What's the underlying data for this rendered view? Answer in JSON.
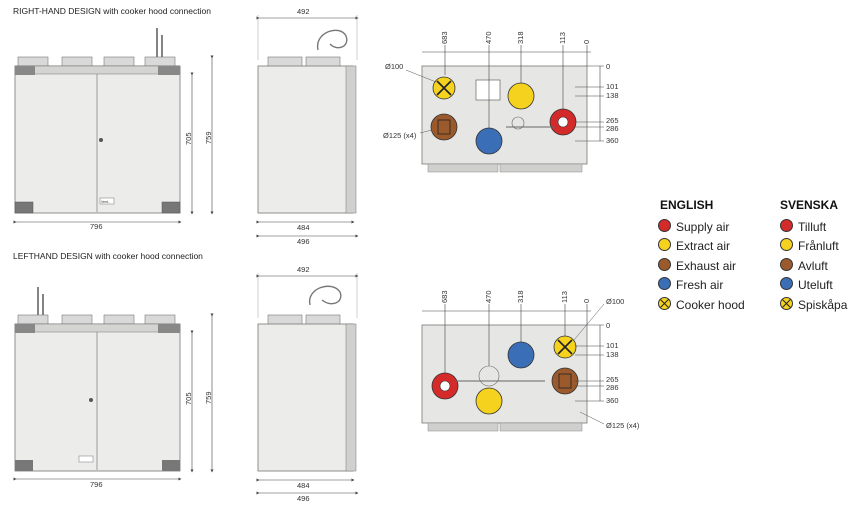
{
  "titles": {
    "right": "RIGHT-HAND DESIGN with cooker hood connection",
    "left": "LEFTHAND DESIGN with cooker hood connection"
  },
  "dims": {
    "width_front": "796",
    "height_705": "705",
    "height_759": "759",
    "depth_492": "492",
    "depth_484": "484",
    "depth_496": "496",
    "top_683": "683",
    "top_470": "470",
    "top_318": "318",
    "top_113": "113",
    "top_0": "0",
    "side_0": "0",
    "side_101": "101",
    "side_138": "138",
    "side_265": "265",
    "side_286": "286",
    "side_360": "360",
    "dia100": "Ø100",
    "dia125": "Ø125 (x4)"
  },
  "legend": {
    "english_title": "ENGLISH",
    "svenska_title": "SVENSKA",
    "english": [
      "Supply air",
      "Extract air",
      "Exhaust air",
      "Fresh air",
      "Cooker hood"
    ],
    "svenska": [
      "Tilluft",
      "Frånluft",
      "Avluft",
      "Uteluft",
      "Spiskåpa"
    ]
  },
  "colors": {
    "supply": "#d42a2a",
    "extract": "#f5d21e",
    "exhaust": "#9a5a2c",
    "fresh": "#3a6fb8",
    "cooker": "#f5d21e"
  },
  "brand_label": "Vent.."
}
